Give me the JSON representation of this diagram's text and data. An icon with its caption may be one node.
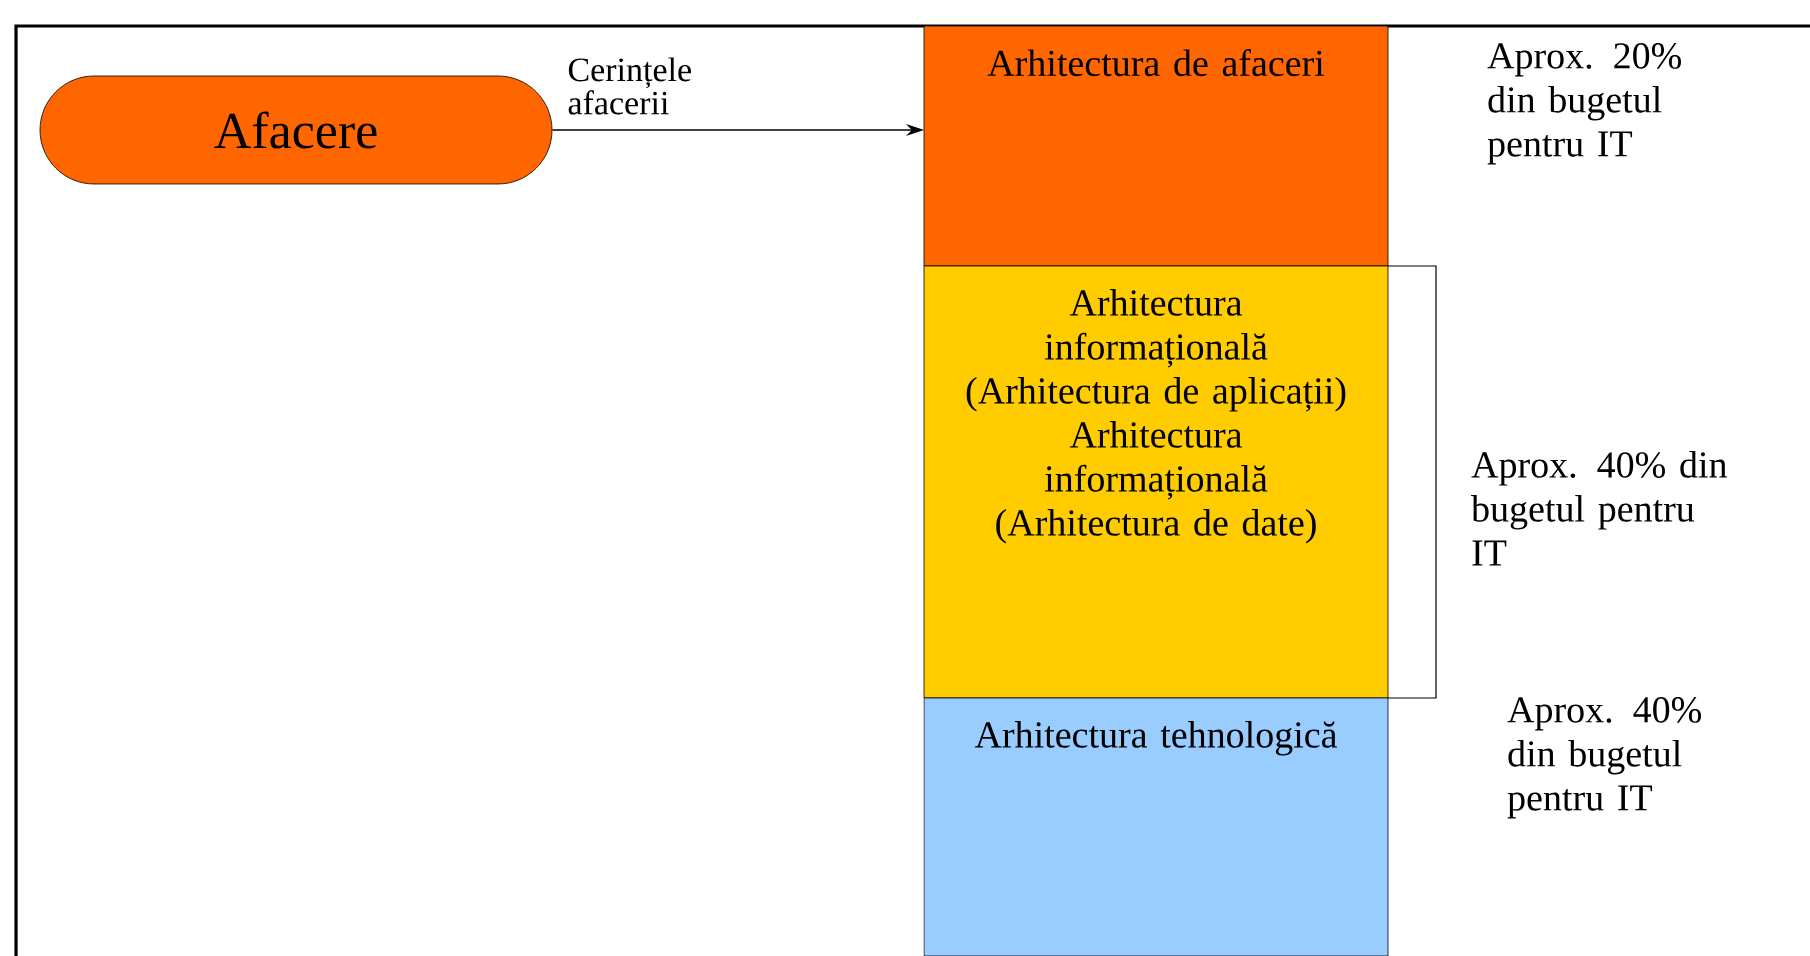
{
  "diagram": {
    "nodes": [
      {
        "text": [
          "Afacere"
        ]
      },
      {
        "text": [
          "Arhitectura de afaceri"
        ],
        "beside": [
          "Aprox. 20% din bugetul pentru IT"
        ]
      },
      {
        "text": [
          "Arhitectura informațională (Arhitectura de aplicații)",
          "Arhitectura informațională (Arhitectura de date)"
        ],
        "beside": [
          "Aprox. 40% din bugetul pentru IT"
        ]
      },
      {
        "text": [
          "Arhitectura tehnologică"
        ],
        "beside": [
          "Aprox. 40% din bugetul pentru IT"
        ]
      }
    ],
    "edges": [
      {
        "from": 0,
        "to": 1,
        "arrow": "to",
        "label": "Cerințele afacerii"
      }
    ]
  }
}
